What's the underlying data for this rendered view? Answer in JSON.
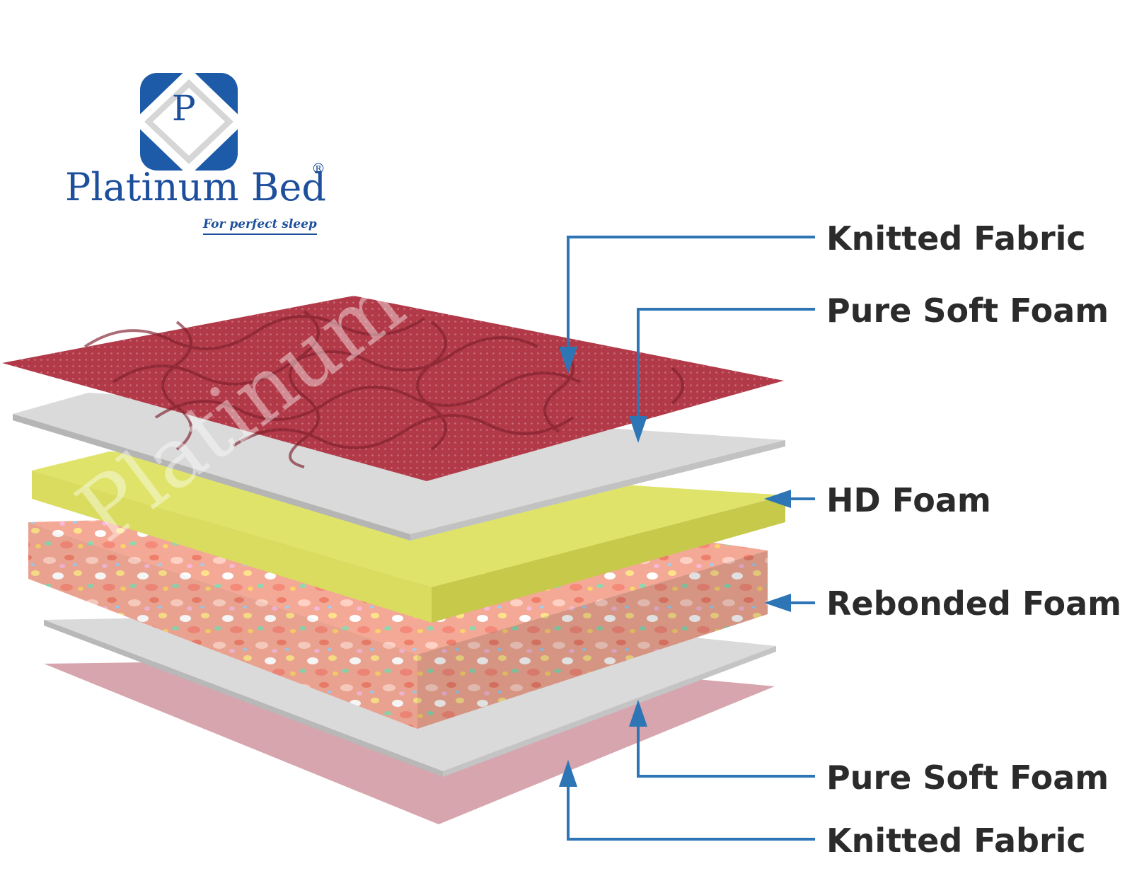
{
  "brand": {
    "logo_letter": "P",
    "name": "Platinum Bed",
    "registered_mark": "®",
    "tagline": "For perfect sleep",
    "color": "#1d4f9c"
  },
  "watermark": "Platinum Bed",
  "arrow_color": "#2e75b6",
  "layers": [
    {
      "name": "Knitted Fabric",
      "color": "#b23a48"
    },
    {
      "name": "Pure Soft Foam",
      "color": "#d6d6d6"
    },
    {
      "name": "HD Foam",
      "color": "#dfe36a"
    },
    {
      "name": "Rebonded Foam",
      "color": "#f2a38f"
    },
    {
      "name": "Pure Soft Foam",
      "color": "#d6d6d6"
    },
    {
      "name": "Knitted Fabric",
      "color": "#d7a5ae"
    }
  ]
}
